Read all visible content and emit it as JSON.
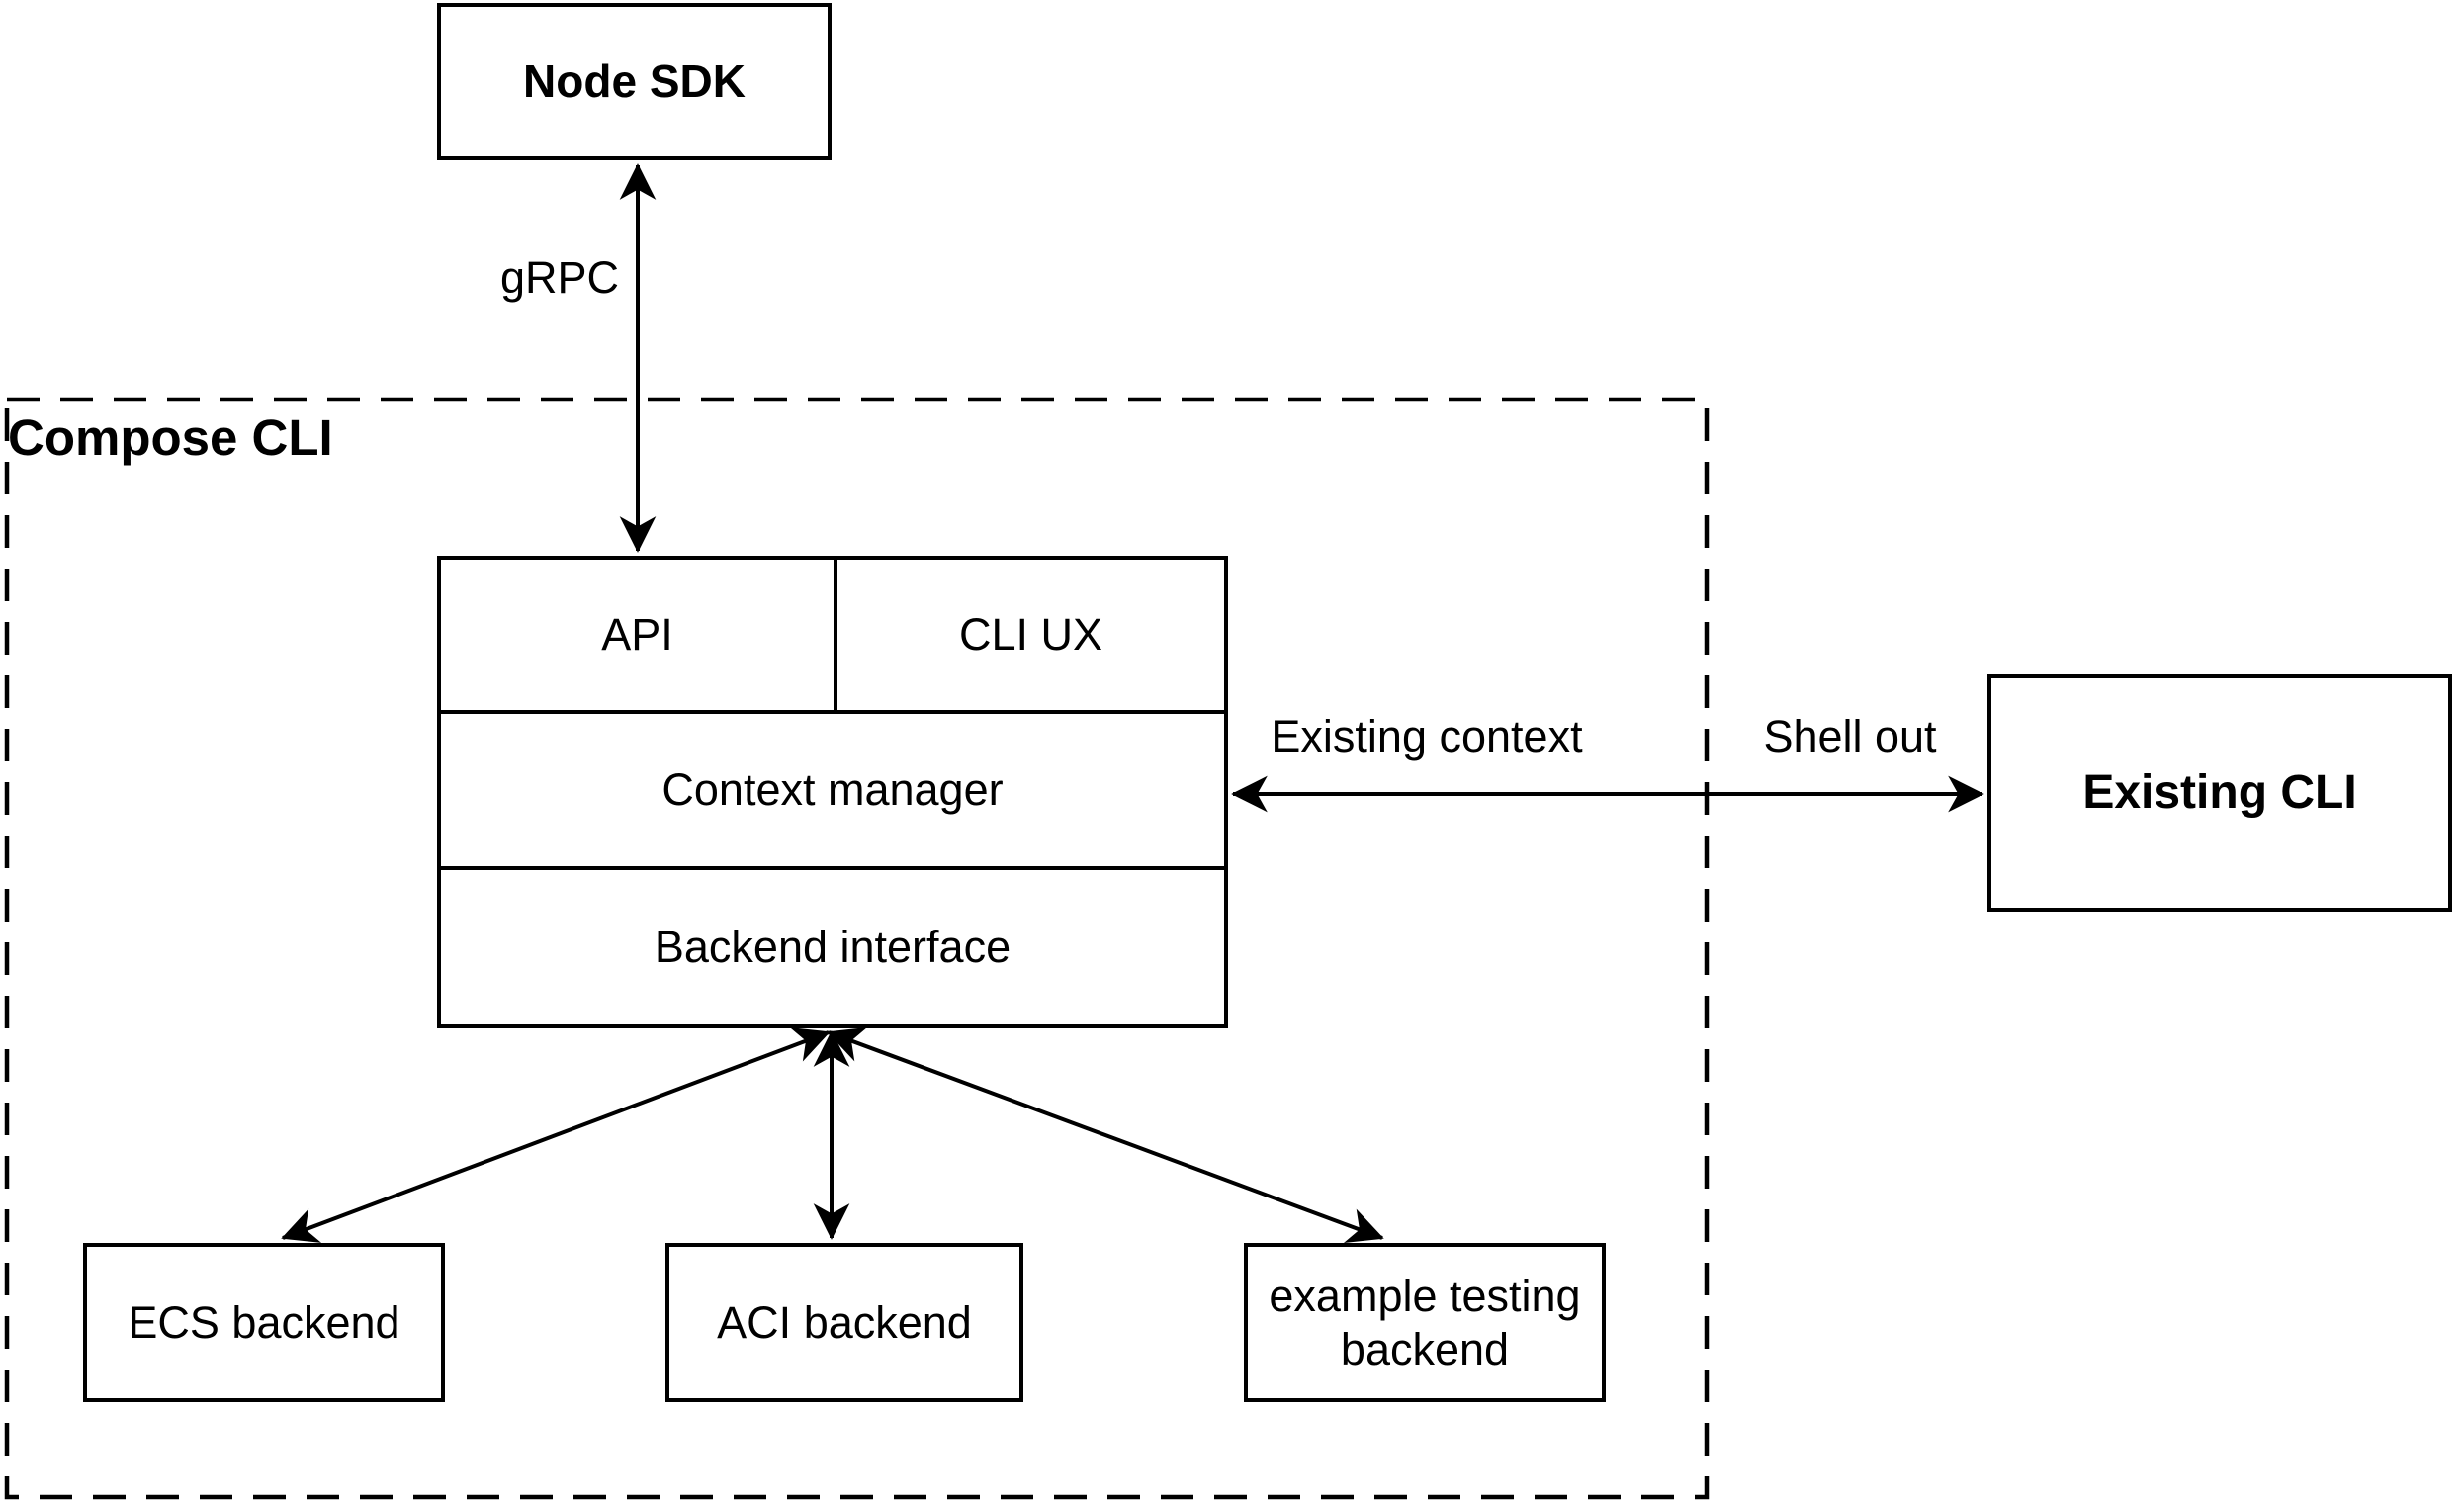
{
  "diagram": {
    "background_color": "#ffffff",
    "stroke_color": "#000000",
    "fill_color": "#ffffff",
    "nodes": {
      "node_sdk": {
        "label": "Node SDK"
      },
      "compose_cli_group": {
        "label": "Compose CLI"
      },
      "api": {
        "label": "API"
      },
      "cli_ux": {
        "label": "CLI UX"
      },
      "context_manager": {
        "label": "Context manager"
      },
      "backend_interface": {
        "label": "Backend interface"
      },
      "ecs_backend": {
        "label": "ECS backend"
      },
      "aci_backend": {
        "label": "ACI backend"
      },
      "example_testing_backend": {
        "label": "example testing backend"
      },
      "existing_cli": {
        "label": "Existing CLI"
      }
    },
    "edge_labels": {
      "grpc": "gRPC",
      "existing_context": "Existing context",
      "shell_out": "Shell out"
    },
    "edges": [
      {
        "id": "grpc-edge",
        "from": "node_sdk",
        "to": "api",
        "direction": "both",
        "label": "gRPC"
      },
      {
        "id": "existing-cli-edge",
        "from": "context_manager",
        "to": "existing_cli",
        "direction": "both",
        "labels": [
          "Existing context",
          "Shell out"
        ]
      },
      {
        "id": "ecs-edge",
        "from": "backend_interface",
        "to": "ecs_backend",
        "direction": "both"
      },
      {
        "id": "aci-edge",
        "from": "backend_interface",
        "to": "aci_backend",
        "direction": "both"
      },
      {
        "id": "example-testing-edge",
        "from": "backend_interface",
        "to": "example_testing_backend",
        "direction": "both"
      }
    ]
  }
}
